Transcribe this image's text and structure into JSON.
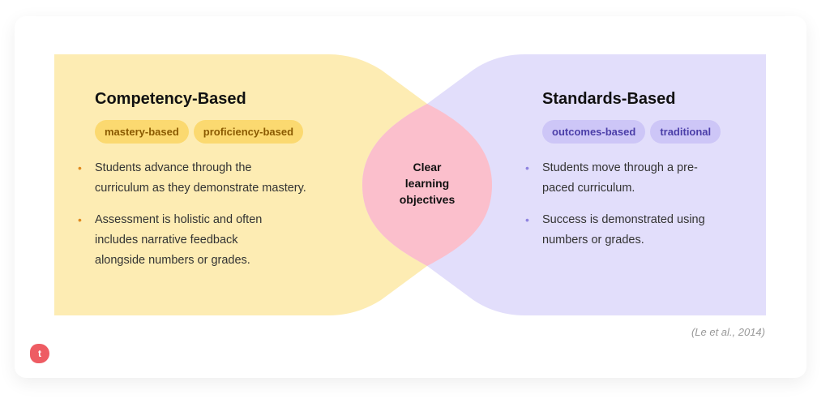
{
  "colors": {
    "competency": "#fdecb3",
    "standards": "#e2defb",
    "overlap": "#fbbfcc",
    "accent_logo": "#ee5c63"
  },
  "competency": {
    "title": "Competency-Based",
    "tags": [
      "mastery-based",
      "proficiency-based"
    ],
    "bullets": [
      {
        "lines": [
          "Students advance through the",
          "curriculum as they demonstrate mastery."
        ]
      },
      {
        "lines": [
          "Assessment is holistic and often",
          "includes narrative feedback",
          "alongside numbers or grades."
        ]
      }
    ]
  },
  "standards": {
    "title": "Standards-Based",
    "tags": [
      "outcomes-based",
      "traditional"
    ],
    "bullets": [
      {
        "lines": [
          "Students move through a pre-",
          "paced curriculum."
        ]
      },
      {
        "lines": [
          "Success is demonstrated using",
          "numbers or grades."
        ]
      }
    ]
  },
  "overlap": {
    "lines": [
      "Clear",
      "learning",
      "objectives"
    ]
  },
  "citation": "(Le et al., 2014)",
  "logo": {
    "letter": "t",
    "icon": "brand-logo-icon"
  }
}
